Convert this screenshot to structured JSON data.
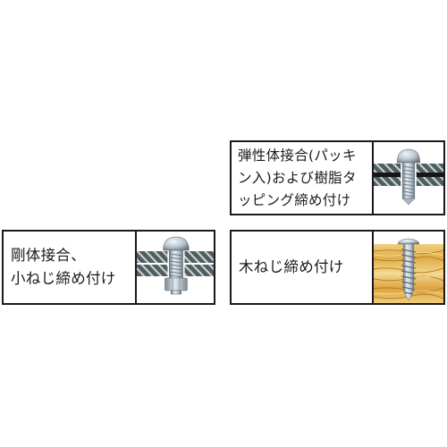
{
  "colors": {
    "border": "#1a1a1a",
    "plate_fill": "#4f5d5f",
    "plate_hatch": "#c7d3d4",
    "gasket": "#151515",
    "screw_light": "#e6ecf2",
    "screw_mid": "#b3c0cc",
    "screw_dark": "#6f7c88",
    "wood_light": "#f3d58a",
    "wood_mid": "#e2b24c",
    "wood_dark": "#b9802a"
  },
  "cards": [
    {
      "id": "elastic",
      "lines": [
        "弾性体接合(パッキ",
        "ン入)および樹脂タ",
        "ッピング締め付け"
      ],
      "icon": "pan-head-screw-gasket-icon"
    },
    {
      "id": "rigid",
      "lines": [
        "剛体接合、",
        "小ねじ締め付け"
      ],
      "icon": "pan-head-screw-nut-icon"
    },
    {
      "id": "wood",
      "lines": [
        "木ねじ締め付け"
      ],
      "icon": "wood-screw-icon"
    }
  ]
}
